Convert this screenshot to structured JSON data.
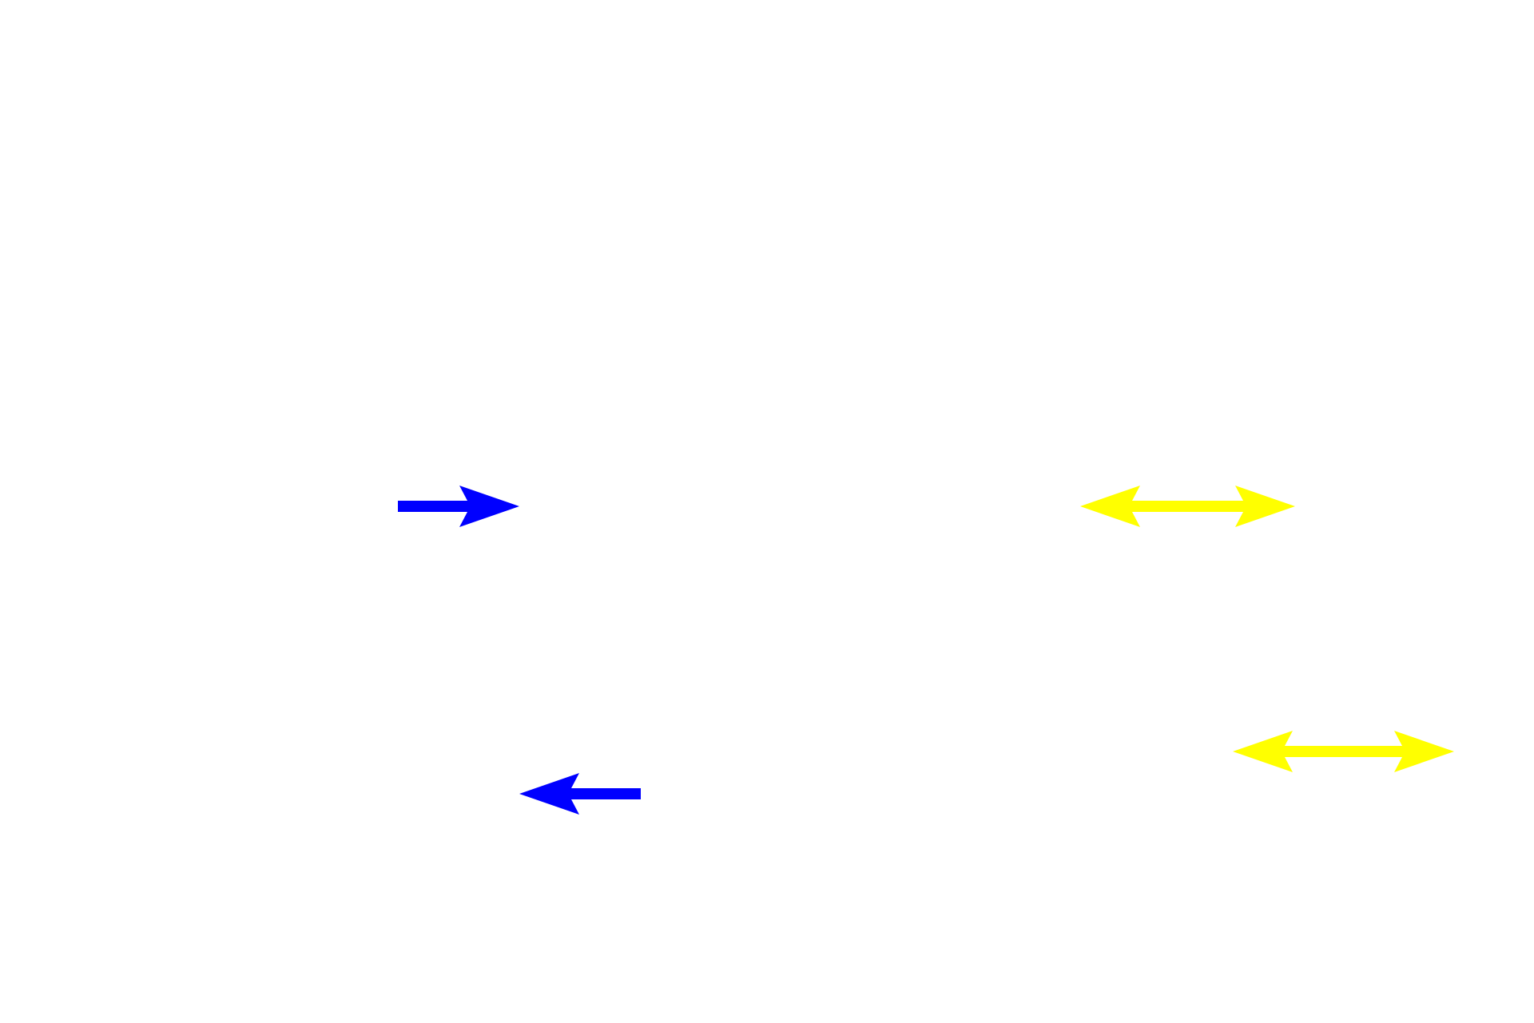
{
  "background": "#ffffff",
  "arrows": [
    {
      "name": "blue-arrow-right",
      "icon": "arrow-right-icon",
      "direction": "right",
      "color": "#0000ff"
    },
    {
      "name": "blue-arrow-left",
      "icon": "arrow-left-icon",
      "direction": "left",
      "color": "#0000ff"
    },
    {
      "name": "yellow-double-arrow-upper",
      "icon": "double-arrow-horizontal-icon",
      "direction": "both",
      "color": "#ffff00"
    },
    {
      "name": "yellow-double-arrow-lower",
      "icon": "double-arrow-horizontal-icon",
      "direction": "both",
      "color": "#ffff00"
    }
  ]
}
